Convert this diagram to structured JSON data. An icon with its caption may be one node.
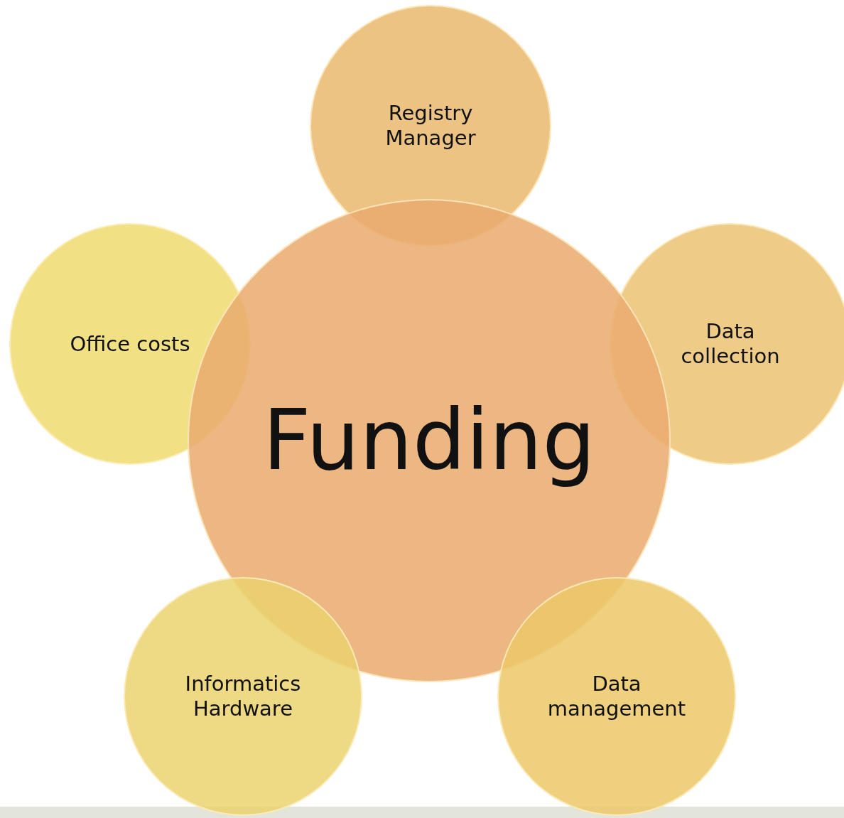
{
  "diagram": {
    "nodes": [
      {
        "text": [
          "Registry Manager"
        ]
      },
      {
        "text": [
          "Office costs"
        ]
      },
      {
        "text": [
          "Data collection"
        ]
      },
      {
        "text": [
          "Funding"
        ]
      },
      {
        "text": [
          "Informatics Hardware"
        ]
      },
      {
        "text": [
          "Data management"
        ]
      }
    ]
  }
}
